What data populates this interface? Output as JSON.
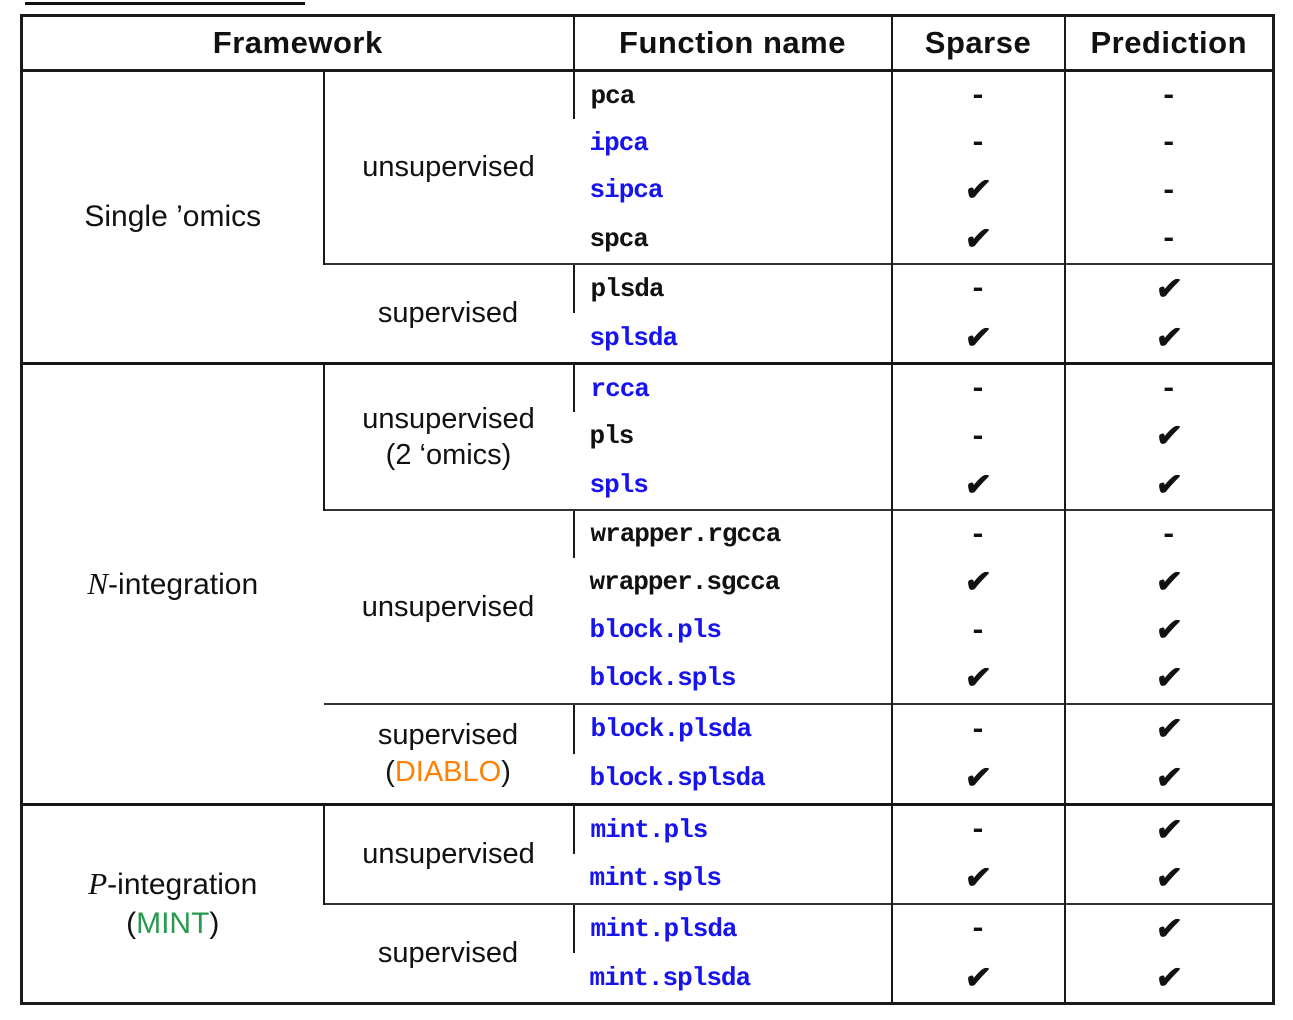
{
  "header": {
    "framework": "Framework",
    "function_name": "Function name",
    "sparse": "Sparse",
    "prediction": "Prediction"
  },
  "colors": {
    "blue": "#1713ee",
    "orange": "#ff8102",
    "green": "#279a4d",
    "black": "#111111"
  },
  "symbols": {
    "check": "✔",
    "dash": "-"
  },
  "sections": [
    {
      "name": "single-omics",
      "label": [
        [
          {
            "text": "Single ’omics"
          }
        ]
      ],
      "subgroups": [
        {
          "label": [
            [
              {
                "text": "unsupervised"
              }
            ]
          ],
          "rows": [
            {
              "fn": "pca",
              "blue": false,
              "sparse": false,
              "prediction": false
            },
            {
              "fn": "ipca",
              "blue": true,
              "sparse": false,
              "prediction": false
            },
            {
              "fn": "sipca",
              "blue": true,
              "sparse": true,
              "prediction": false
            },
            {
              "fn": "spca",
              "blue": false,
              "sparse": true,
              "prediction": false
            }
          ]
        },
        {
          "label": [
            [
              {
                "text": "supervised"
              }
            ]
          ],
          "rows": [
            {
              "fn": "plsda",
              "blue": false,
              "sparse": false,
              "prediction": true
            },
            {
              "fn": "splsda",
              "blue": true,
              "sparse": true,
              "prediction": true
            }
          ]
        }
      ]
    },
    {
      "name": "n-integration",
      "label": [
        [
          {
            "text": "N",
            "italic": true
          },
          {
            "text": "-integration"
          }
        ]
      ],
      "subgroups": [
        {
          "label": [
            [
              {
                "text": "unsupervised"
              }
            ],
            [
              {
                "text": "(2 ‘omics)"
              }
            ]
          ],
          "rows": [
            {
              "fn": "rcca",
              "blue": true,
              "sparse": false,
              "prediction": false
            },
            {
              "fn": "pls",
              "blue": false,
              "sparse": false,
              "prediction": true
            },
            {
              "fn": "spls",
              "blue": true,
              "sparse": true,
              "prediction": true
            }
          ]
        },
        {
          "label": [
            [
              {
                "text": "unsupervised"
              }
            ]
          ],
          "rows": [
            {
              "fn": "wrapper.rgcca",
              "blue": false,
              "sparse": false,
              "prediction": false
            },
            {
              "fn": "wrapper.sgcca",
              "blue": false,
              "sparse": true,
              "prediction": true
            },
            {
              "fn": "block.pls",
              "blue": true,
              "sparse": false,
              "prediction": true
            },
            {
              "fn": "block.spls",
              "blue": true,
              "sparse": true,
              "prediction": true
            }
          ]
        },
        {
          "label": [
            [
              {
                "text": "supervised"
              }
            ],
            [
              {
                "text": "("
              },
              {
                "text": "DIABLO",
                "color": "orange"
              },
              {
                "text": ")"
              }
            ]
          ],
          "rows": [
            {
              "fn": "block.plsda",
              "blue": true,
              "sparse": false,
              "prediction": true
            },
            {
              "fn": "block.splsda",
              "blue": true,
              "sparse": true,
              "prediction": true
            }
          ]
        }
      ]
    },
    {
      "name": "p-integration",
      "label": [
        [
          {
            "text": "P",
            "italic": true
          },
          {
            "text": "-integration"
          }
        ],
        [
          {
            "text": "("
          },
          {
            "text": "MINT",
            "color": "green"
          },
          {
            "text": ")"
          }
        ]
      ],
      "subgroups": [
        {
          "label": [
            [
              {
                "text": "unsupervised"
              }
            ]
          ],
          "rows": [
            {
              "fn": "mint.pls",
              "blue": true,
              "sparse": false,
              "prediction": true
            },
            {
              "fn": "mint.spls",
              "blue": true,
              "sparse": true,
              "prediction": true
            }
          ]
        },
        {
          "label": [
            [
              {
                "text": "supervised"
              }
            ]
          ],
          "rows": [
            {
              "fn": "mint.plsda",
              "blue": true,
              "sparse": false,
              "prediction": true
            },
            {
              "fn": "mint.splsda",
              "blue": true,
              "sparse": true,
              "prediction": true
            }
          ]
        }
      ]
    }
  ]
}
